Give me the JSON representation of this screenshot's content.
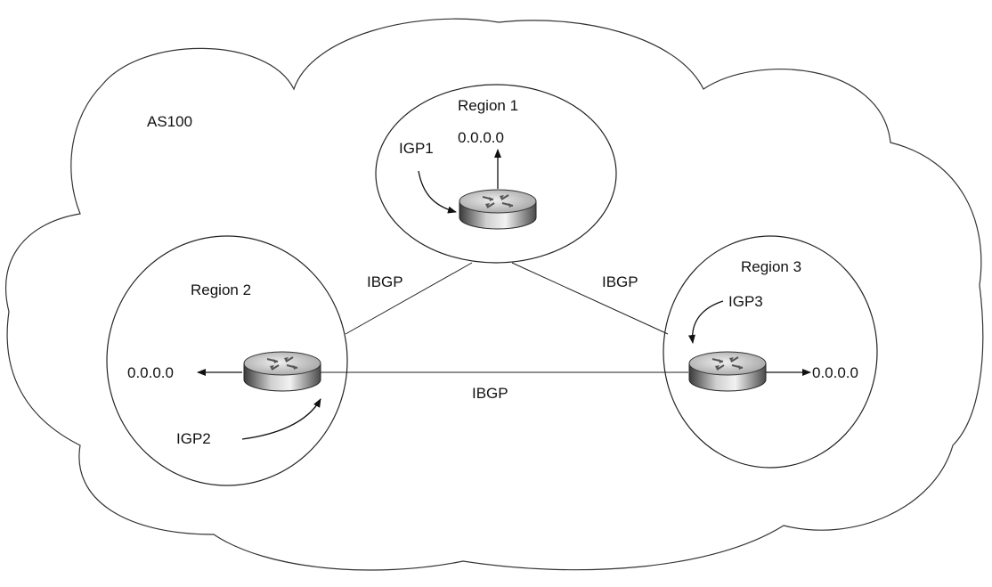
{
  "as_label": "AS100",
  "regions": {
    "r1": {
      "name": "Region 1",
      "igp": "IGP1",
      "default_route": "0.0.0.0"
    },
    "r2": {
      "name": "Region 2",
      "igp": "IGP2",
      "default_route": "0.0.0.0"
    },
    "r3": {
      "name": "Region 3",
      "igp": "IGP3",
      "default_route": "0.0.0.0"
    }
  },
  "links": {
    "r1_r2": "IBGP",
    "r1_r3": "IBGP",
    "r2_r3": "IBGP"
  },
  "icons": {
    "router": "router-icon"
  }
}
